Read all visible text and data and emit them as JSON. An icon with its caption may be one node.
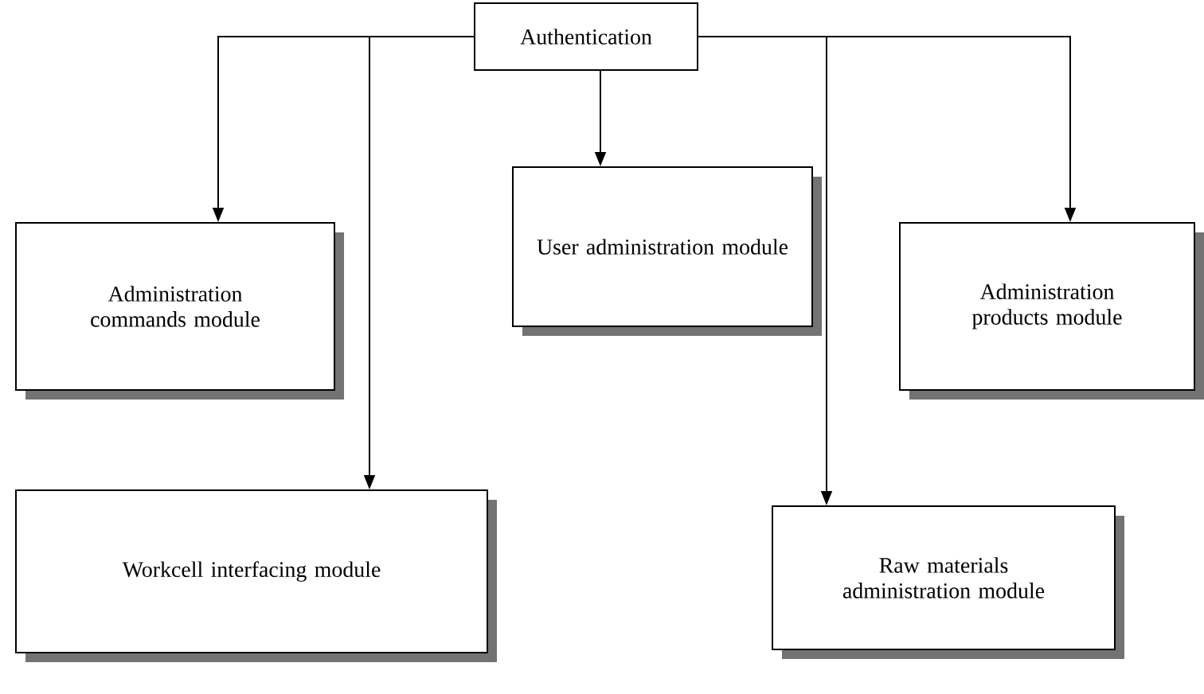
{
  "diagram": {
    "nodes": [
      {
        "text": [
          "Authentication"
        ]
      },
      {
        "text": [
          "Administration commands module"
        ]
      },
      {
        "text": [
          "Workcell interfacing module"
        ]
      },
      {
        "text": [
          "User administration module"
        ]
      },
      {
        "text": [
          "Raw materials administration module"
        ]
      },
      {
        "text": [
          "Administration products module"
        ]
      }
    ],
    "edges": [
      {
        "from": 0,
        "to": 1,
        "arrow": "to"
      },
      {
        "from": 0,
        "to": 2,
        "arrow": "to"
      },
      {
        "from": 0,
        "to": 3,
        "arrow": "to"
      },
      {
        "from": 0,
        "to": 4,
        "arrow": "to"
      },
      {
        "from": 0,
        "to": 5,
        "arrow": "to"
      }
    ]
  }
}
